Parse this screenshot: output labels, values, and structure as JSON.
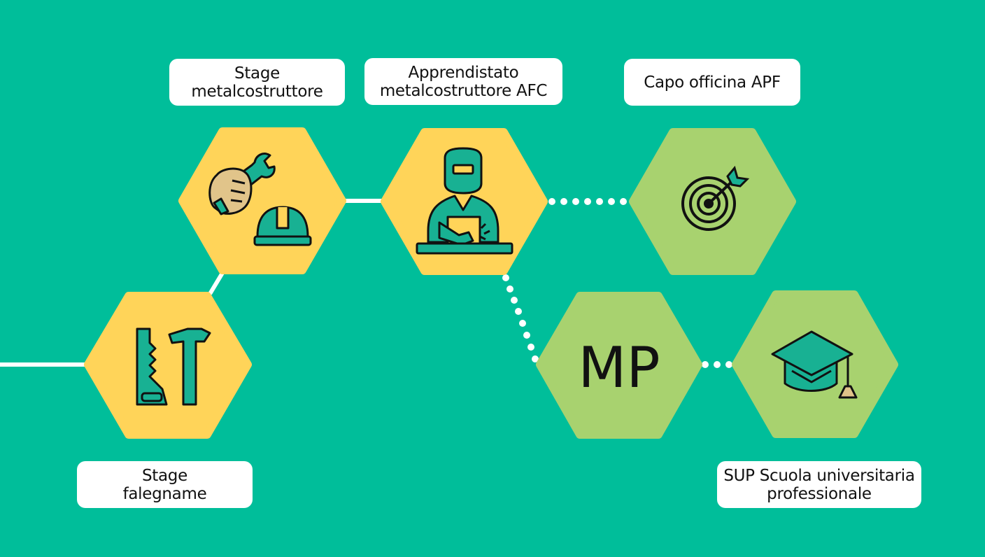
{
  "colors": {
    "background": "#00BE9A",
    "hex_yellow": "#FFD459",
    "hex_green": "#A8D26F",
    "icon_teal": "#18B193",
    "icon_tan": "#E1C48A",
    "line_white": "#FFFFFF"
  },
  "nodes": {
    "falegname": {
      "label_line1": "Stage",
      "label_line2": "falegname",
      "icon": "saw-hammer-icon"
    },
    "metal_stage": {
      "label_line1": "Stage",
      "label_line2": "metalcostruttore",
      "icon": "wrench-helmet-icon"
    },
    "apprendistato": {
      "label_line1": "Apprendistato",
      "label_line2": "metalcostruttore AFC",
      "icon": "welder-icon"
    },
    "capo": {
      "label_line1": "Capo officina APF",
      "icon": "target-icon"
    },
    "mp": {
      "text": "MP"
    },
    "sup": {
      "label_line1": "SUP Scuola universitaria",
      "label_line2": "professionale",
      "icon": "graduation-cap-icon"
    }
  }
}
